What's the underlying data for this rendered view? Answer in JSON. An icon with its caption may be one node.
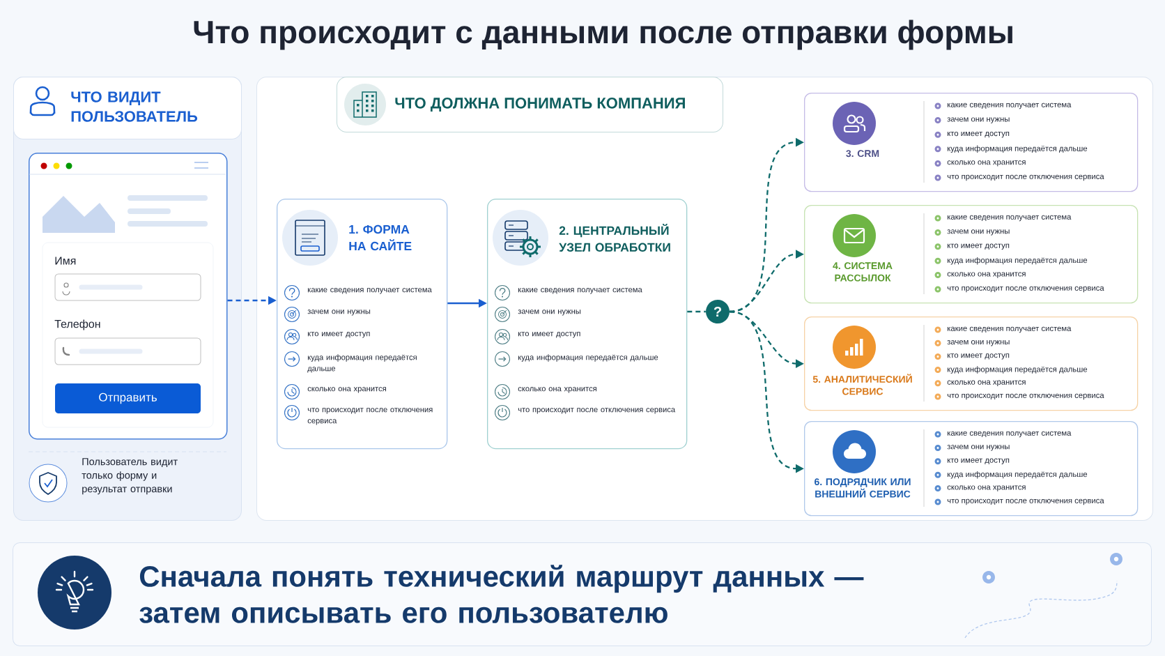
{
  "diagram": {
    "title": "Что происходит с данными после отправки формы",
    "nodes": [
      {
        "text": [],
        "shape": "box"
      },
      {
        "text": [
          "ЧТО ВИДИТ ПОЛЬЗОВАТЕЛЬ"
        ],
        "in": 0
      },
      {
        "text": [
          "Имя",
          "Телефон",
          "Отправить"
        ],
        "in": 0
      },
      {
        "text": [],
        "shape": "box"
      },
      {
        "text": [
          "ЧТО ДОЛЖНА ПОНИМАТЬ КОМПАНИЯ"
        ],
        "in": 3
      },
      {
        "text": [
          "1. ФОРМА НА САЙТЕ",
          "какие сведения получает система",
          "зачем они нужны",
          "кто имеет доступ",
          "куда информация передаётся дальше",
          "сколько она хранится",
          "что происходит после отключения сервиса"
        ],
        "in": 3
      },
      {
        "text": [
          "2. ЦЕНТРАЛЬНЫЙ УЗЕЛ ОБРАБОТКИ",
          "какие сведения получает система",
          "зачем они нужны",
          "кто имеет доступ",
          "куда информация передаётся дальше",
          "сколько она хранится",
          "что происходит после отключения сервиса"
        ],
        "in": 3
      },
      {
        "text": [
          "?"
        ],
        "in": 3
      },
      {
        "text": [
          "3. CRM",
          "какие сведения получает система",
          "зачем они нужны",
          "кто имеет доступ",
          "куда информация передаётся дальше",
          "сколько она хранится",
          "что происходит после отключения сервиса"
        ],
        "in": 3
      },
      {
        "text": [
          "4. СИСТЕМА РАССЫЛОК",
          "какие сведения получает система",
          "зачем они нужны",
          "кто имеет доступ",
          "куда информация передаётся дальше",
          "сколько она хранится",
          "что происходит после отключения сервиса"
        ],
        "in": 3
      },
      {
        "text": [
          "5. АНАЛИТИЧЕСКИЙ СЕРВИС",
          "какие сведения получает система",
          "зачем они нужны",
          "кто имеет доступ",
          "куда информация передаётся дальше",
          "сколько она хранится",
          "что происходит после отключения сервиса"
        ],
        "in": 3
      },
      {
        "text": [
          "6. ПОДРЯДЧИК ИЛИ ВНЕШНИЙ СЕРВИС",
          "какие сведения получает система",
          "зачем они нужны",
          "кто имеет доступ",
          "куда информация передаётся дальше",
          "сколько она хранится",
          "что происходит после отключения сервиса"
        ],
        "in": 3
      },
      {
        "text": [
          "Сначала понять технический маршрут данных — затем описывать его пользователю"
        ]
      }
    ],
    "edges": [
      {
        "from": 2,
        "to": 5,
        "arrow": "to",
        "style": "dashed",
        "color": "#1a5fd0"
      },
      {
        "from": 5,
        "to": 6,
        "arrow": "to",
        "color": "#1a5fd0"
      },
      {
        "from": 6,
        "to": 7,
        "arrow": "none",
        "style": "dashed"
      },
      {
        "from": 7,
        "to": 8,
        "arrow": "to",
        "style": "dashed"
      },
      {
        "from": 7,
        "to": 9,
        "arrow": "to",
        "style": "dashed"
      },
      {
        "from": 7,
        "to": 10,
        "arrow": "to",
        "style": "dashed"
      },
      {
        "from": 7,
        "to": 11,
        "arrow": "to",
        "style": "dashed"
      }
    ],
    "labels": [
      "Пользователь видит только форму и результат отправки"
    ]
  }
}
